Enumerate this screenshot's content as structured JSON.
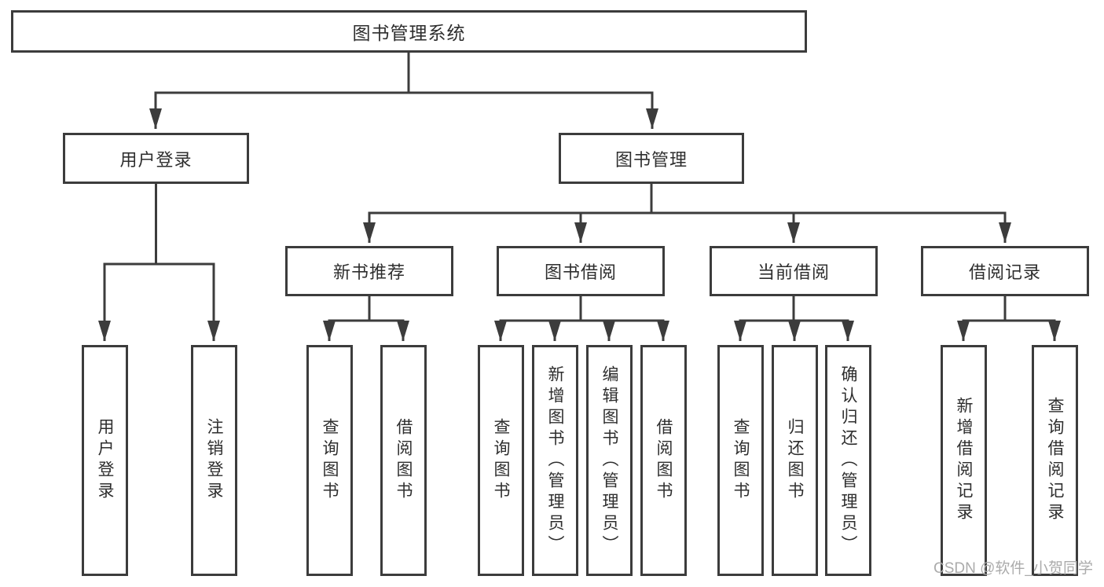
{
  "diagram": {
    "title": "图书管理系统",
    "watermark": "CSDN @软件_小贺同学",
    "colors": {
      "line": "#3c3c3c",
      "text": "#2e2e2e",
      "box_bg": "#ffffff",
      "watermark": "#ababab",
      "background": "#ffffff"
    },
    "nodes": {
      "root": {
        "label": "图书管理系统"
      },
      "user_login": {
        "label": "用户登录"
      },
      "book_mgmt": {
        "label": "图书管理"
      },
      "new_books": {
        "label": "新书推荐"
      },
      "book_borrow": {
        "label": "图书借阅"
      },
      "current_borrow": {
        "label": "当前借阅"
      },
      "borrow_records": {
        "label": "借阅记录"
      },
      "leaf_user_login": {
        "label": "用户登录"
      },
      "leaf_logout": {
        "label": "注销登录"
      },
      "leaf_nb_query": {
        "label": "查询图书"
      },
      "leaf_nb_borrow": {
        "label": "借阅图书"
      },
      "leaf_bb_query": {
        "label": "查询图书"
      },
      "leaf_bb_add": {
        "label": "新增图书（管理员）"
      },
      "leaf_bb_edit": {
        "label": "编辑图书（管理员）"
      },
      "leaf_bb_borrow": {
        "label": "借阅图书"
      },
      "leaf_cb_query": {
        "label": "查询图书"
      },
      "leaf_cb_return": {
        "label": "归还图书"
      },
      "leaf_cb_confirm": {
        "label": "确认归还（管理员）"
      },
      "leaf_br_add": {
        "label": "新增借阅记录"
      },
      "leaf_br_query": {
        "label": "查询借阅记录"
      }
    }
  }
}
